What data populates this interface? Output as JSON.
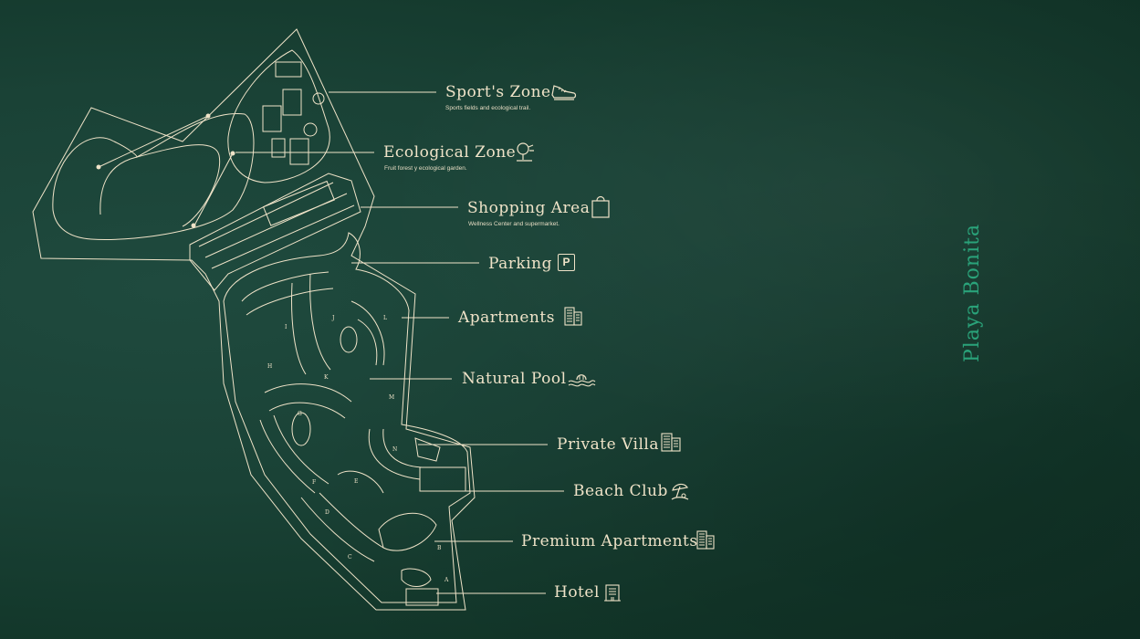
{
  "brand": {
    "name": "Playa Bonita"
  },
  "colors": {
    "background": "#1a4236",
    "line": "#efe3c8",
    "brand": "#2aa37a"
  },
  "legend": [
    {
      "label": "Sport's Zone",
      "sub": "Sports fields and ecological trail.",
      "icon": "sneaker-icon"
    },
    {
      "label": "Ecological Zone",
      "sub": "Fruit forest y ecological garden.",
      "icon": "tree-icon"
    },
    {
      "label": "Shopping Area",
      "sub": "Wellness Center and supermarket.",
      "icon": "shopping-bag-icon"
    },
    {
      "label": "Parking",
      "sub": "",
      "icon": "parking-icon",
      "icon_text": "P"
    },
    {
      "label": "Apartments",
      "sub": "",
      "icon": "apartment-building-icon"
    },
    {
      "label": "Natural Pool",
      "sub": "",
      "icon": "pool-icon"
    },
    {
      "label": "Private Villa",
      "sub": "",
      "icon": "villa-building-icon"
    },
    {
      "label": "Beach Club",
      "sub": "",
      "icon": "beach-umbrella-icon"
    },
    {
      "label": "Premium Apartments",
      "sub": "",
      "icon": "premium-building-icon"
    },
    {
      "label": "Hotel",
      "sub": "",
      "icon": "hotel-icon"
    }
  ],
  "zone_letters": [
    "A",
    "B",
    "C",
    "D",
    "E",
    "F",
    "G",
    "H",
    "I",
    "J",
    "K",
    "L",
    "M",
    "N"
  ]
}
